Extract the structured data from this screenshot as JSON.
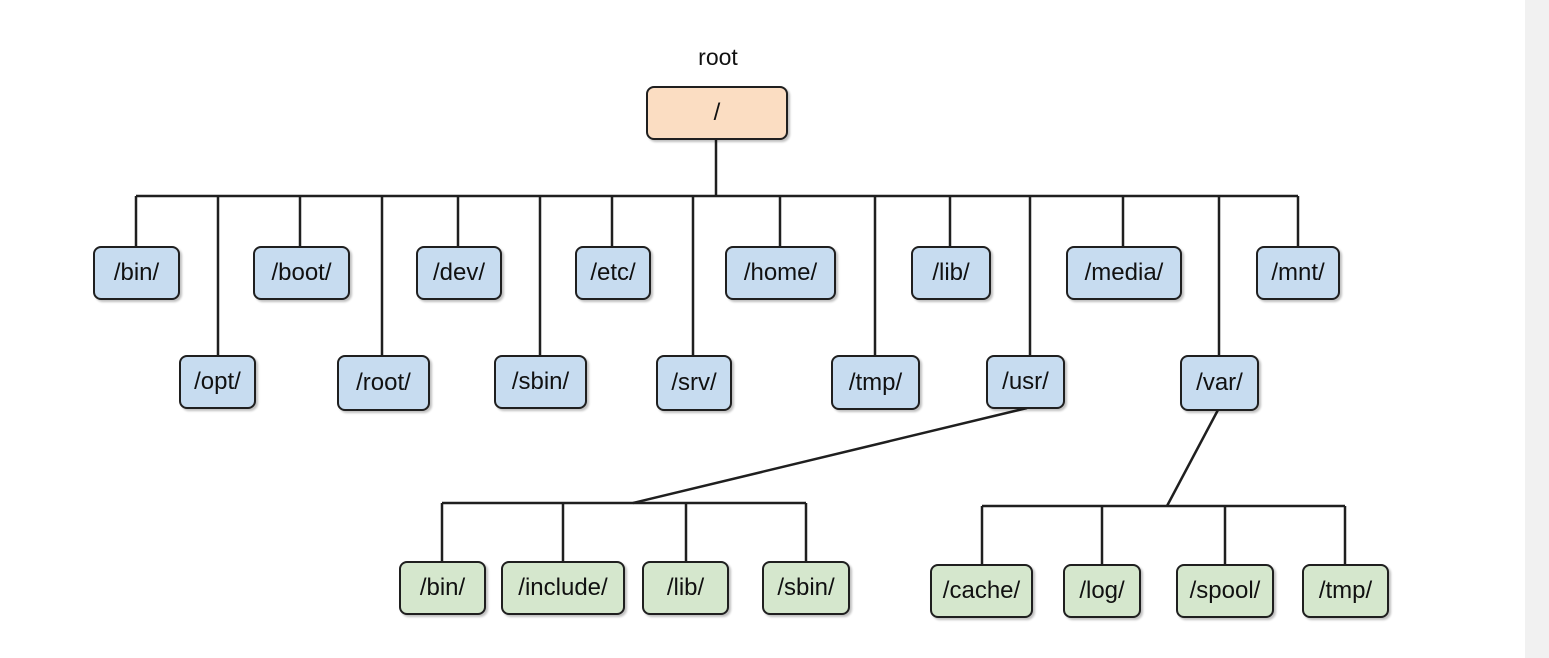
{
  "diagram": {
    "root_caption": "root",
    "root": {
      "label": "/",
      "fill": "#fbddc2"
    },
    "level1_fill": "#c7dcf0",
    "level2_fill": "#d5e7cd",
    "line_color": "#1f1f1f",
    "level1": [
      "/bin/",
      "/opt/",
      "/boot/",
      "/root/",
      "/dev/",
      "/sbin/",
      "/etc/",
      "/srv/",
      "/home/",
      "/tmp/",
      "/lib/",
      "/usr/",
      "/media/",
      "/var/",
      "/mnt/"
    ],
    "usr_children": [
      "/bin/",
      "/include/",
      "/lib/",
      "/sbin/"
    ],
    "var_children": [
      "/cache/",
      "/log/",
      "/spool/",
      "/tmp/"
    ]
  }
}
